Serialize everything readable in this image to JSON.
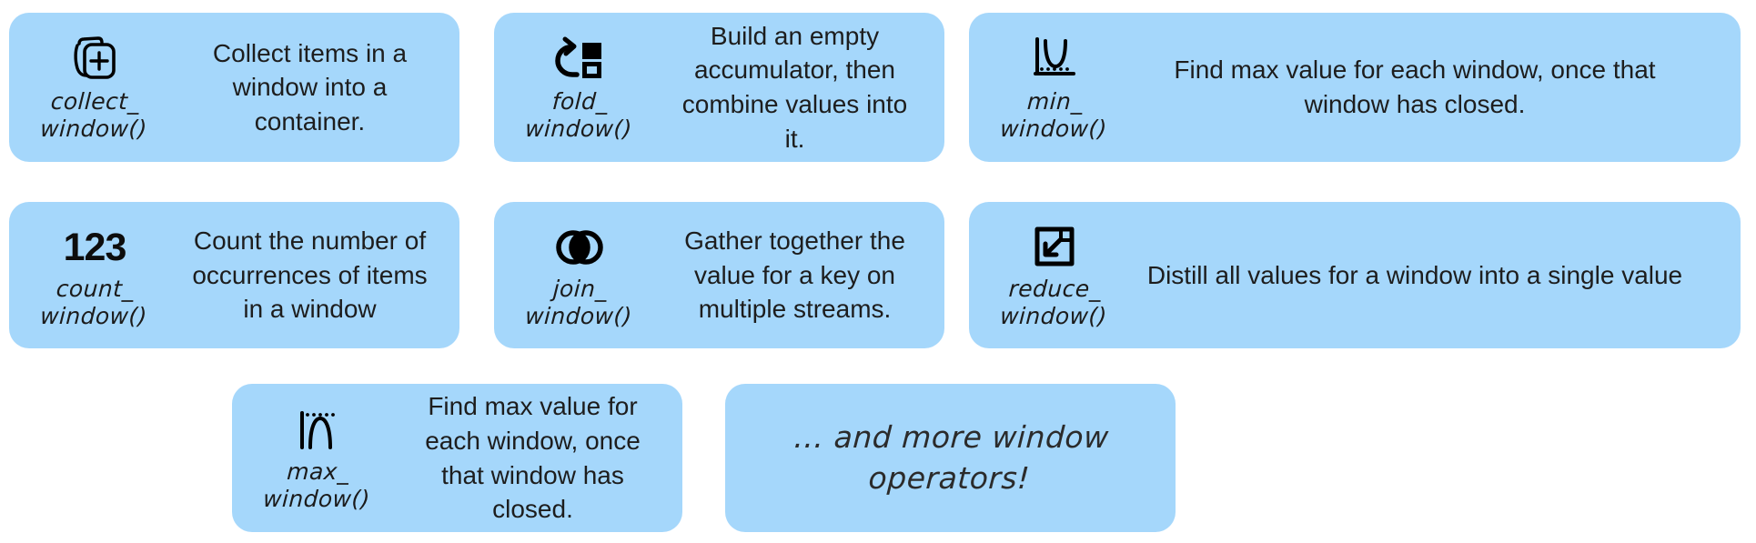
{
  "page": {
    "background_color": "#ffffff",
    "card_color": "#A5D7FB",
    "text_color": "#1d1d1d"
  },
  "cards": [
    {
      "id": "collect",
      "icon": "collect-stack-plus-icon",
      "name_line1": "collect_",
      "name_line2": "window()",
      "description": "Collect items in a window into a container."
    },
    {
      "id": "fold",
      "icon": "fold-rotate-squares-icon",
      "name_line1": "fold_",
      "name_line2": "window()",
      "description": "Build an empty accumulator, then combine values into it."
    },
    {
      "id": "min",
      "icon": "min-parabola-chart-icon",
      "name_line1": "min_",
      "name_line2": "window()",
      "description": "Find max value for each window, once that window has closed."
    },
    {
      "id": "count",
      "icon": "numeric-123-icon",
      "icon_text": "123",
      "name_line1": "count_",
      "name_line2": "window()",
      "description": "Count the number of occurrences of items in a window"
    },
    {
      "id": "join",
      "icon": "join-venn-circles-icon",
      "name_line1": "join_",
      "name_line2": "window()",
      "description": "Gather together the value for a key on multiple streams."
    },
    {
      "id": "reduce",
      "icon": "reduce-collapse-arrow-icon",
      "name_line1": "reduce_",
      "name_line2": "window()",
      "description": "Distill all values for a window into a single value"
    },
    {
      "id": "max",
      "icon": "max-inverted-parabola-chart-icon",
      "name_line1": "max_",
      "name_line2": "window()",
      "description": "Find max value for each window, once that window has closed."
    }
  ],
  "more_card": {
    "line1": "... and more window",
    "line2": "operators!"
  }
}
